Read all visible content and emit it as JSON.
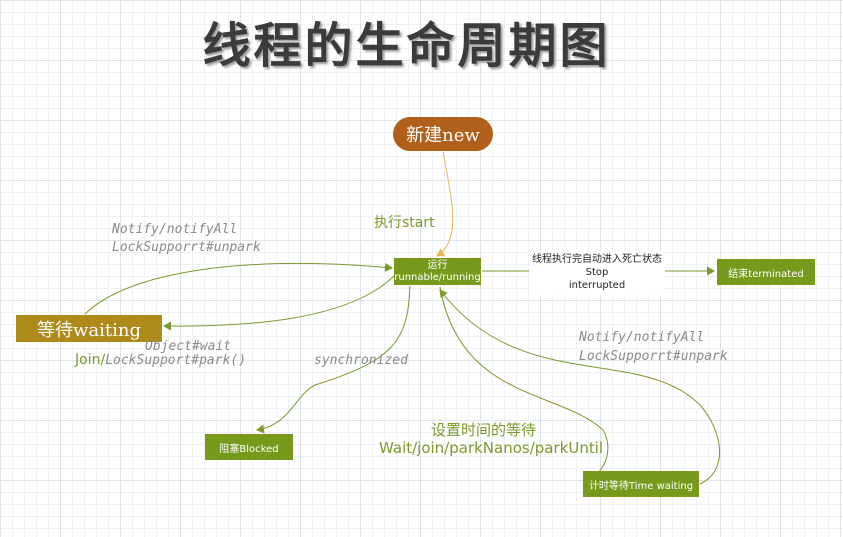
{
  "title": "线程的生命周期图",
  "nodes": {
    "new": "新建new",
    "running_line1": "运行",
    "running_line2": "runnable/running",
    "waiting": "等待waiting",
    "blocked": "阻塞Blocked",
    "terminated": "结束terminated",
    "timed_waiting": "计时等待Time waiting"
  },
  "labels": {
    "start": "执行start",
    "stop_line1": "线程执行完自动进入死亡状态",
    "stop_line2": "Stop",
    "stop_line3": "interrupted",
    "notify_left_line1": "Notify/notifyAll",
    "notify_left_line2": "LockSupporrt#unpark",
    "wait_line1": "Object#wait",
    "wait_line2_a": "Join/",
    "wait_line2_b": "LockSupport#park()",
    "synchronized": "synchronized",
    "timed_line1": "设置时间的等待",
    "timed_line2": "Wait/join/parkNanos/parkUntil",
    "notify_right_line1": "Notify/notifyAll",
    "notify_right_line2": "LockSupporrt#unpark"
  },
  "colors": {
    "new_fill": "#b0601a",
    "state_fill": "#779a1d",
    "waiting_fill": "#ad8a1a",
    "start_arrow": "#e5b55a",
    "wire": "#7a9a2a",
    "gray_text": "#8a8a8a"
  }
}
